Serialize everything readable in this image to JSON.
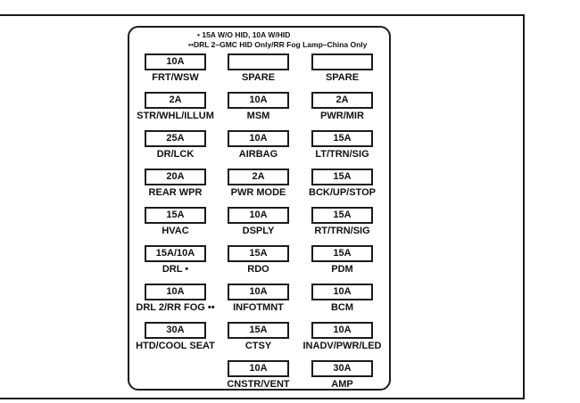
{
  "legend": {
    "line1": "• 15A W/O HID, 10A W/HID",
    "line2": "••DRL 2–GMC HID Only/RR Fog Lamp–China Only"
  },
  "grid": {
    "rows": [
      {
        "cells": [
          {
            "amp": "10A",
            "label": "FRT/WSW"
          },
          {
            "amp": "",
            "label": "SPARE"
          },
          {
            "amp": "",
            "label": "SPARE"
          }
        ]
      },
      {
        "cells": [
          {
            "amp": "2A",
            "label": "STR/WHL/ILLUM"
          },
          {
            "amp": "10A",
            "label": "MSM"
          },
          {
            "amp": "2A",
            "label": "PWR/MIR"
          }
        ]
      },
      {
        "cells": [
          {
            "amp": "25A",
            "label": "DR/LCK"
          },
          {
            "amp": "10A",
            "label": "AIRBAG"
          },
          {
            "amp": "15A",
            "label": "LT/TRN/SIG"
          }
        ]
      },
      {
        "cells": [
          {
            "amp": "20A",
            "label": "REAR WPR"
          },
          {
            "amp": "2A",
            "label": "PWR MODE"
          },
          {
            "amp": "15A",
            "label": "BCK/UP/STOP"
          }
        ]
      },
      {
        "cells": [
          {
            "amp": "15A",
            "label": "HVAC"
          },
          {
            "amp": "10A",
            "label": "DSPLY"
          },
          {
            "amp": "15A",
            "label": "RT/TRN/SIG"
          }
        ]
      },
      {
        "cells": [
          {
            "amp": "15A/10A",
            "label": "DRL •"
          },
          {
            "amp": "15A",
            "label": "RDO"
          },
          {
            "amp": "15A",
            "label": "PDM"
          }
        ]
      },
      {
        "cells": [
          {
            "amp": "10A",
            "label": "DRL 2/RR FOG ••"
          },
          {
            "amp": "10A",
            "label": "INFOTMNT"
          },
          {
            "amp": "10A",
            "label": "BCM"
          }
        ]
      },
      {
        "cells": [
          {
            "amp": "30A",
            "label": "HTD/COOL SEAT"
          },
          {
            "amp": "15A",
            "label": "CTSY"
          },
          {
            "amp": "10A",
            "label": "INADV/PWR/LED"
          }
        ]
      },
      {
        "cells": [
          null,
          {
            "amp": "10A",
            "label": "CNSTR/VENT"
          },
          {
            "amp": "30A",
            "label": "AMP"
          }
        ]
      }
    ]
  },
  "colors": {
    "line": "#1b1b1b",
    "background": "#ffffff",
    "text": "#111111"
  }
}
